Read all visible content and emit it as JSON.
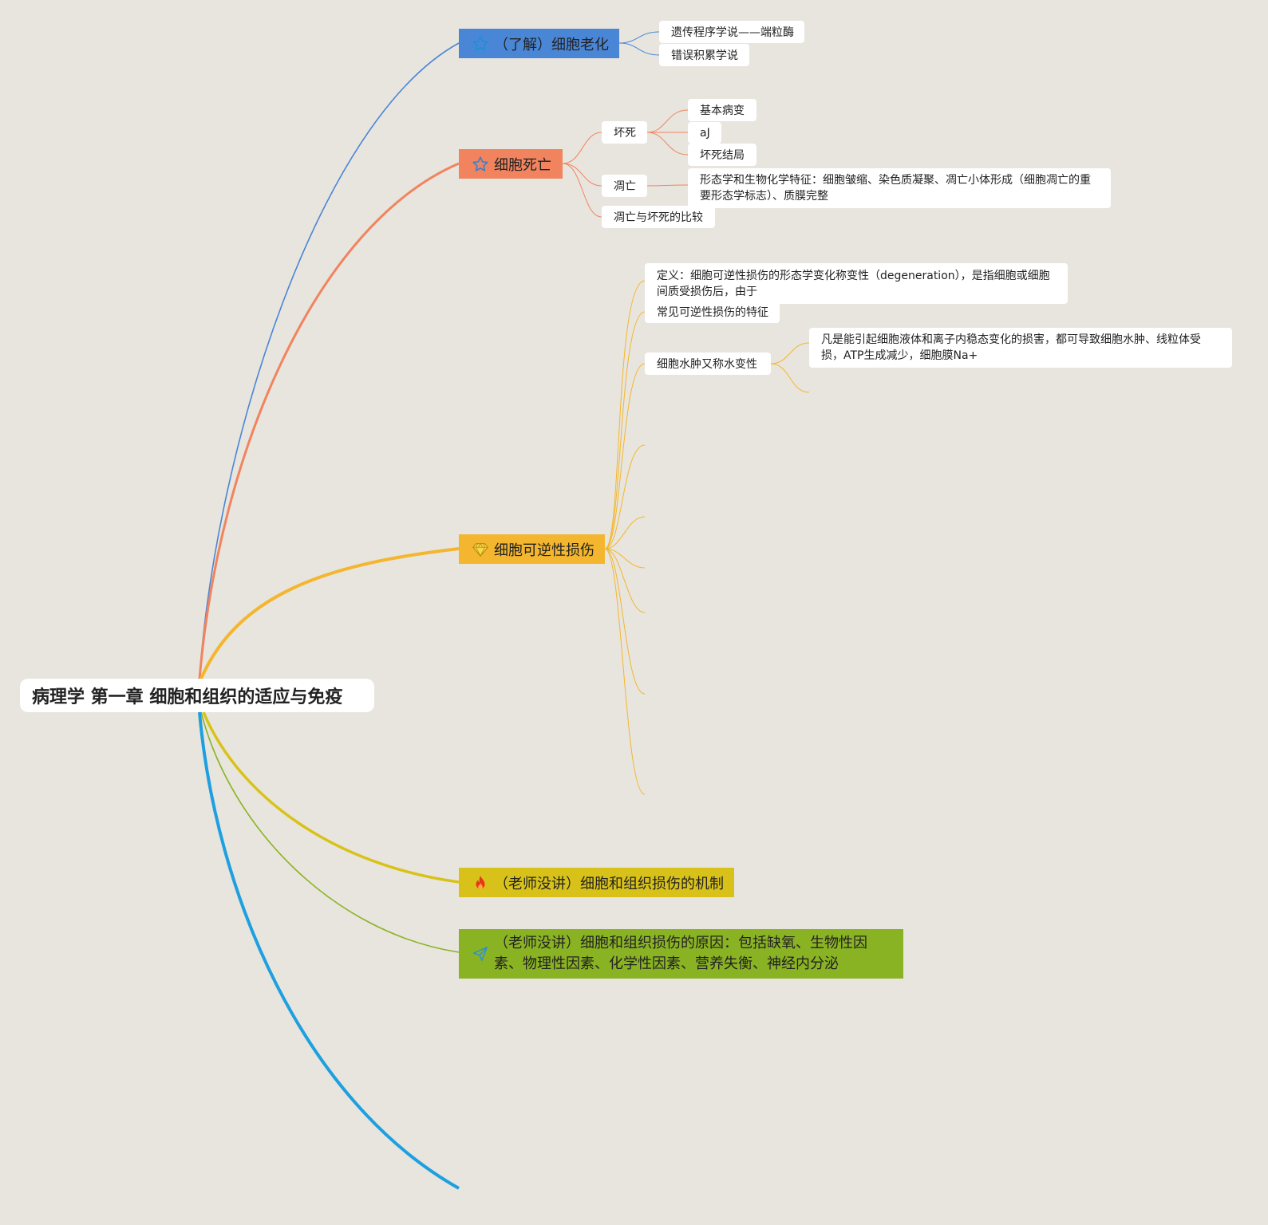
{
  "root": {
    "label": "病理学 第一章 细胞和组织的适应与免疫"
  },
  "colors": {
    "aging": "#4a86d6",
    "death": "#f1845e",
    "reversible": "#f3b62e",
    "mechanism": "#d8c21a",
    "causes": "#8ab323",
    "blue_branch": "#1ea0e0"
  },
  "topics": {
    "aging": {
      "label": "（了解）细胞老化",
      "icon": "star-icon",
      "children": [
        "遗传程序学说——端粒酶",
        "错误积累学说"
      ]
    },
    "death": {
      "label": "细胞死亡",
      "icon": "star-icon",
      "necrosis": {
        "label": "坏死",
        "children": [
          "基本病变",
          "aJ",
          "坏死结局"
        ]
      },
      "apoptosis": {
        "label": "凋亡",
        "children": [
          "形态学和生物化学特征：细胞皱缩、染色质凝聚、凋亡小体形成（细胞凋亡的重要形态学标志）、质膜完整"
        ]
      },
      "compare": "凋亡与坏死的比较"
    },
    "reversible": {
      "label": "细胞可逆性损伤",
      "icon": "gem-icon",
      "definition": "定义：细胞可逆性损伤的形态学变化称变性（degeneration），是指细胞或细胞间质受损伤后，由于",
      "features": "常见可逆性损伤的特征",
      "swelling": {
        "label": "细胞水肿又称水变性",
        "children": [
          "凡是能引起细胞液体和离子内稳态变化的损害，都可导致细胞水肿、线粒体受损，ATP生成减少，细胞膜Na+"
        ]
      }
    },
    "mechanism": {
      "label": "（老师没讲）细胞和组织损伤的机制",
      "icon": "fire-icon"
    },
    "causes": {
      "label": "（老师没讲）细胞和组织损伤的原因：包括缺氧、生物性因素、物理性因素、化学性因素、营养失衡、神经内分泌",
      "icon": "paper-plane-icon"
    }
  }
}
